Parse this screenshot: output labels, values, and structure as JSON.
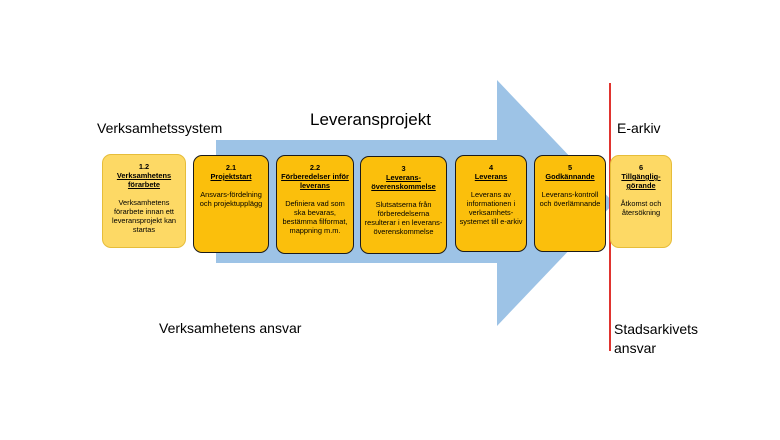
{
  "header": {
    "left_system": "Verksamhetssystem",
    "project": "Leveransprojekt",
    "archive": "E-arkiv"
  },
  "footer": {
    "left_responsibility": "Verksamhetens ansvar",
    "right_responsibility": "Stadsarkivets ansvar"
  },
  "steps": [
    {
      "num": "1.2",
      "title": "Verksamhetens förarbete",
      "desc": "Verksamhetens förarbete innan ett leveransprojekt kan startas"
    },
    {
      "num": "2.1",
      "title": "Projektstart",
      "desc": "Ansvars-fördelning och projektupplägg"
    },
    {
      "num": "2.2",
      "title": "Förberedelser inför leverans",
      "desc": "Definiera vad som ska bevaras, bestämma filformat, mappning m.m."
    },
    {
      "num": "3",
      "title": "Leverans-överenskommelse",
      "desc": "Slutsatserna från förberedelserna resulterar i en leverans-överenskommelse"
    },
    {
      "num": "4",
      "title": "Leverans",
      "desc": "Leverans av informationen i verksamhets-systemet till e-arkiv"
    },
    {
      "num": "5",
      "title": "Godkännande",
      "desc": "Leverans-kontroll och överlämnande"
    },
    {
      "num": "6",
      "title": "Tillgänglig-görande",
      "desc": "Åtkomst och återsökning"
    }
  ],
  "colors": {
    "arrow": "#9dc3e6",
    "box": "#fbbf0c",
    "box_light": "#fdd965",
    "divider": "#e0342f"
  }
}
